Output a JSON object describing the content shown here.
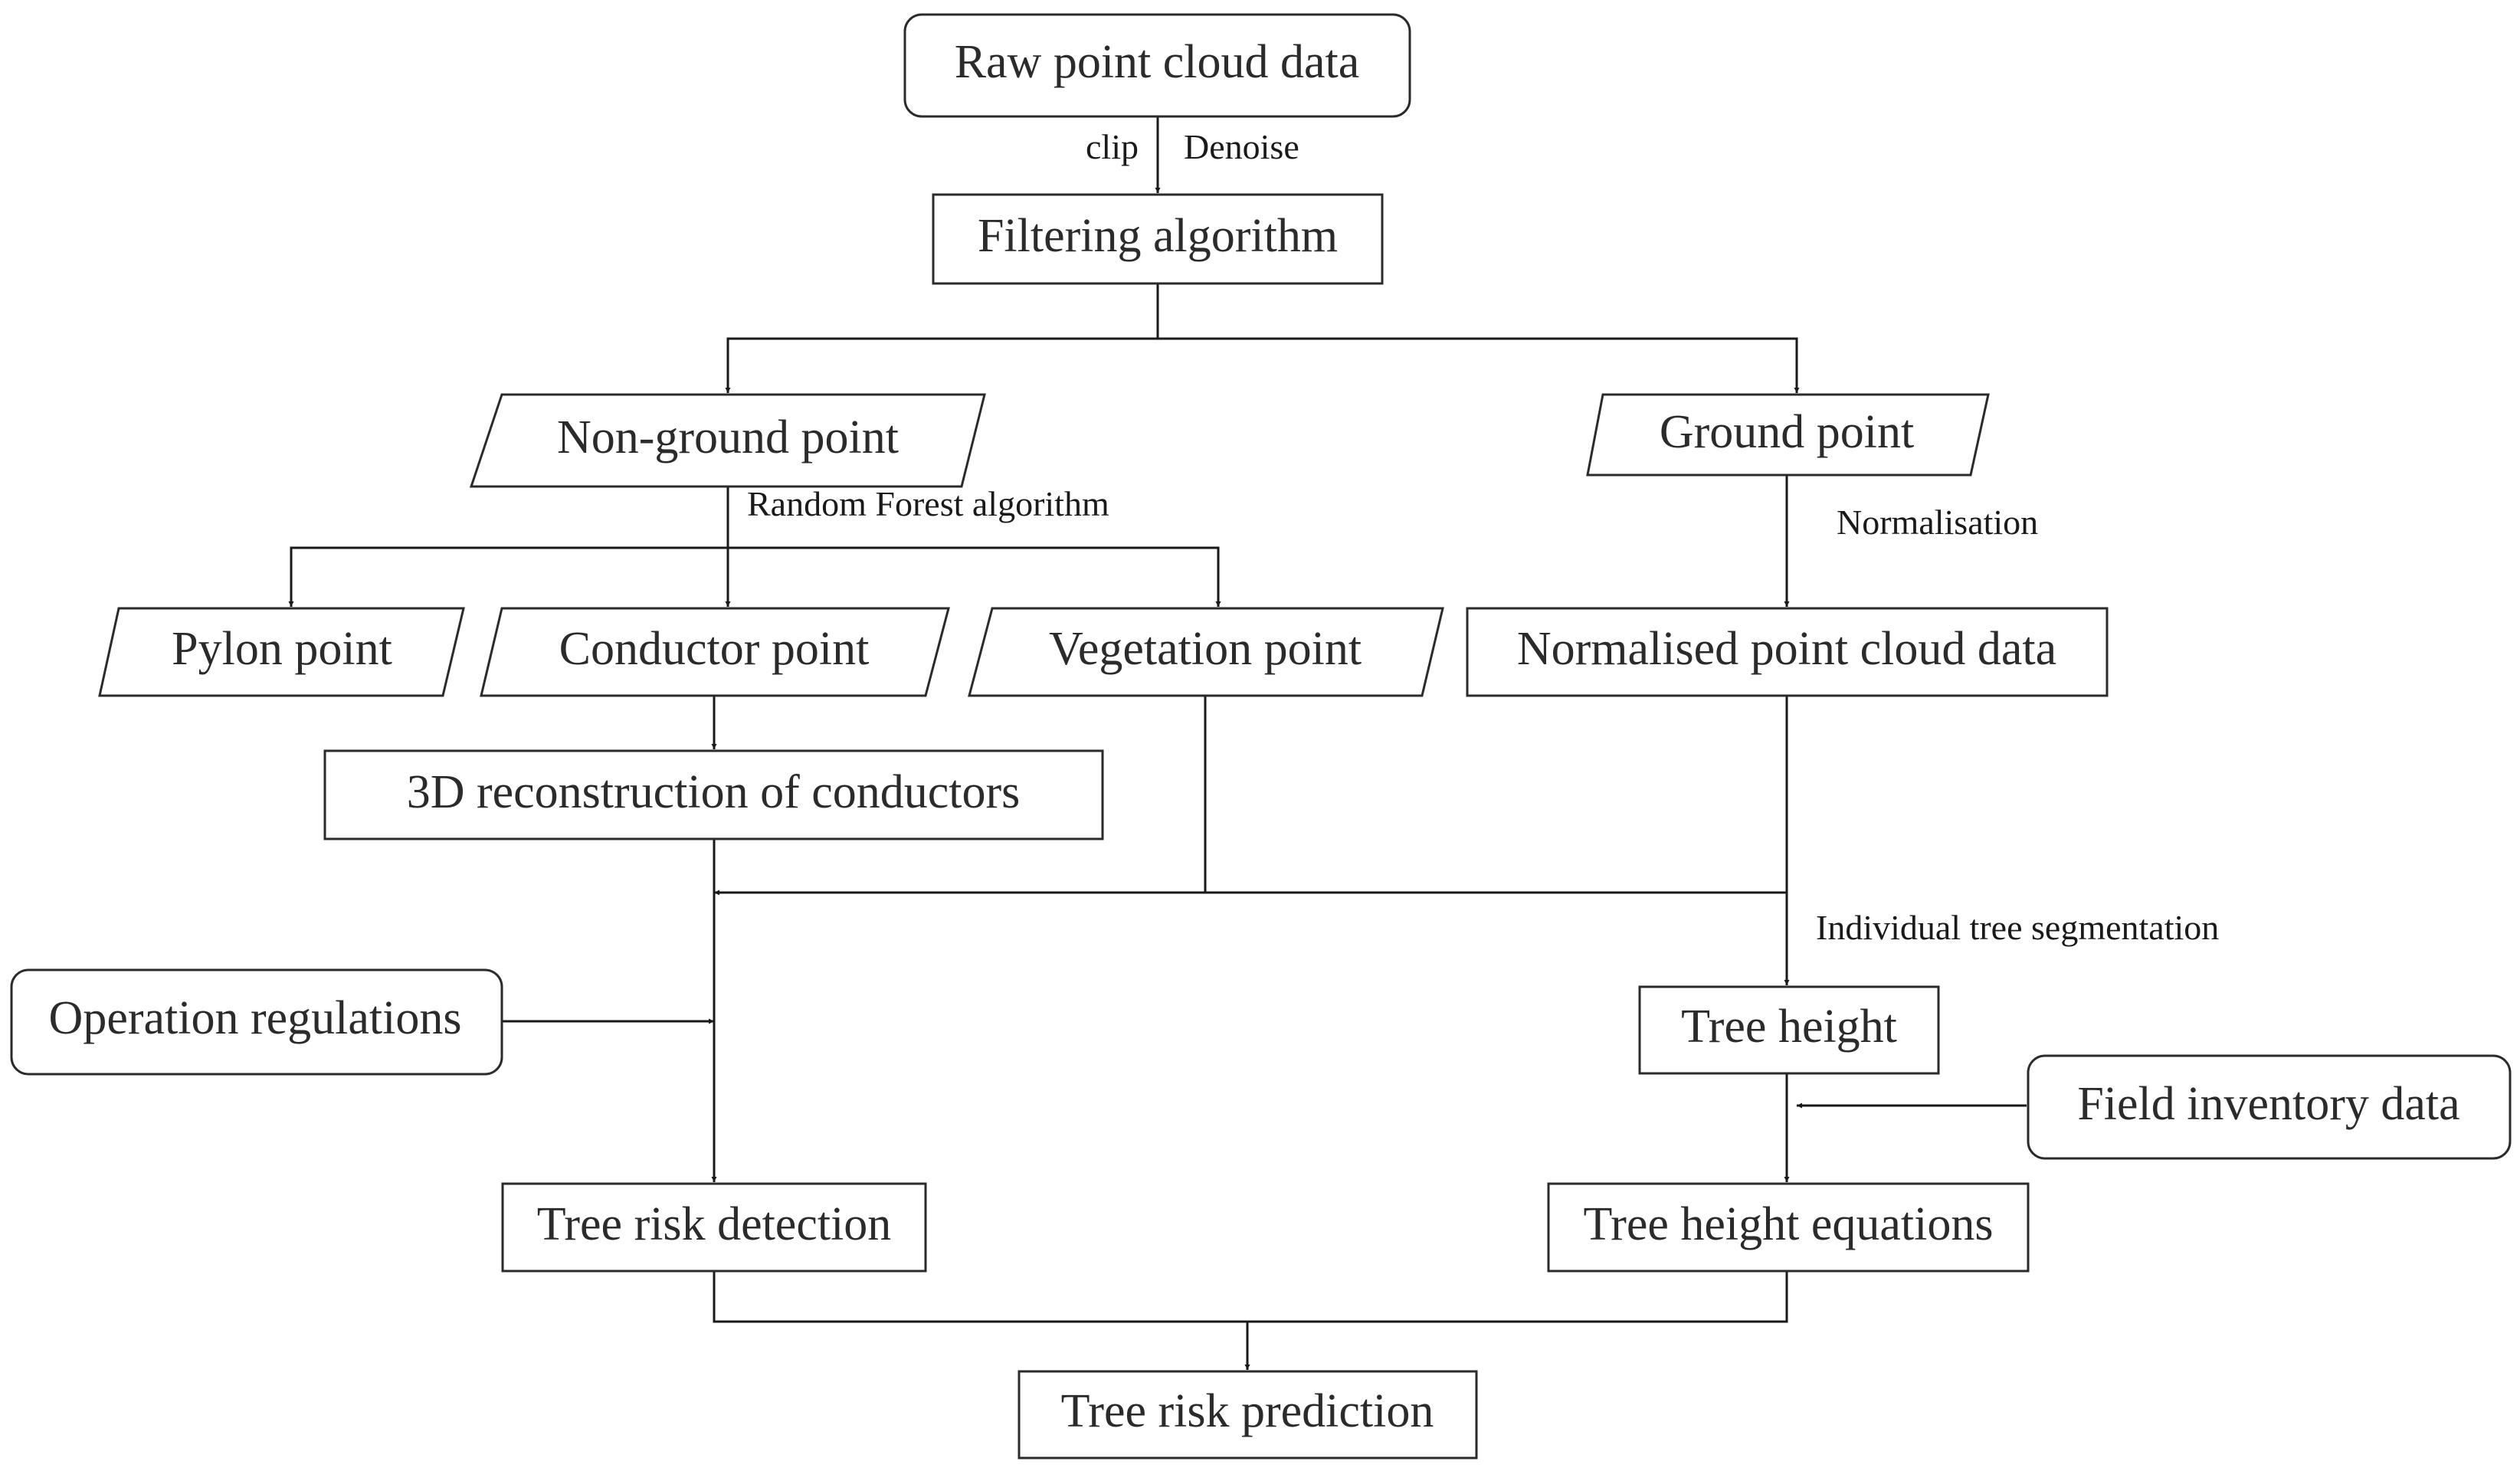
{
  "nodes": {
    "raw_point_cloud": "Raw point cloud data",
    "filtering_algorithm": "Filtering algorithm",
    "non_ground_point": "Non-ground point",
    "ground_point": "Ground point",
    "pylon_point": "Pylon point",
    "conductor_point": "Conductor point",
    "vegetation_point": "Vegetation point",
    "normalised_point_cloud": "Normalised point cloud data",
    "reconstruction_3d": "3D reconstruction of conductors",
    "operation_regulations": "Operation regulations",
    "tree_height": "Tree height",
    "field_inventory_data": "Field inventory data",
    "tree_risk_detection": "Tree risk detection",
    "tree_height_equations": "Tree height equations",
    "tree_risk_prediction": "Tree risk prediction"
  },
  "edge_labels": {
    "clip": "clip",
    "denoise": "Denoise",
    "random_forest": "Random Forest algorithm",
    "normalisation": "Normalisation",
    "individual_tree_segmentation": "Individual tree segmentation"
  }
}
